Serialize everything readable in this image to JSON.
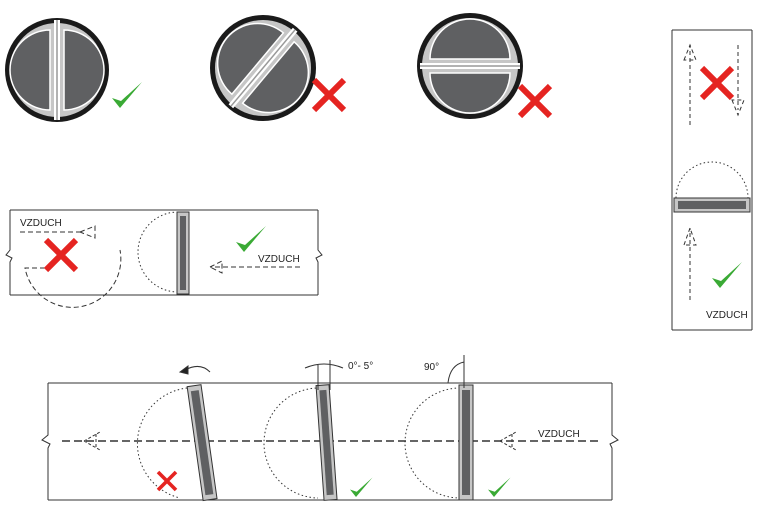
{
  "labels": {
    "air_left": "VZDUCH",
    "air_left_right": "VZDUCH",
    "air_vertical": "VZDUCH",
    "air_bottom": "VZDUCH",
    "angle_tolerance": "0°- 5°",
    "angle_right": "90°"
  },
  "colors": {
    "ok": "#3aaa35",
    "wrong": "#e52421",
    "blade": "#5f6062",
    "frame": "#c6c6c6"
  },
  "icons": [
    "check-icon",
    "cross-icon",
    "air-arrow-icon"
  ]
}
